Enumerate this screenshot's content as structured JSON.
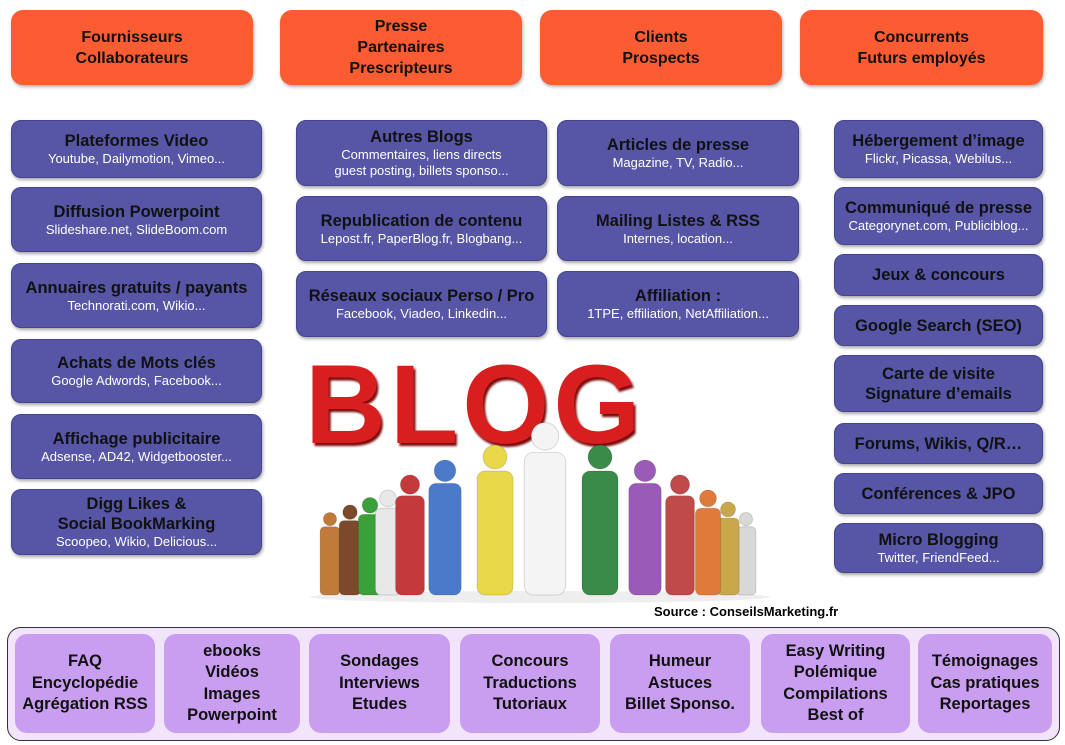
{
  "top": [
    [
      "Fournisseurs",
      "Collaborateurs"
    ],
    [
      "Presse",
      "Partenaires",
      "Prescripteurs"
    ],
    [
      "Clients",
      "Prospects"
    ],
    [
      "Concurrents",
      "Futurs employés"
    ]
  ],
  "col1": [
    {
      "title": "Plateformes Video",
      "sub": "Youtube, Dailymotion, Vimeo..."
    },
    {
      "title": "Diffusion Powerpoint",
      "sub": "Slideshare.net, SlideBoom.com"
    },
    {
      "title": "Annuaires gratuits / payants",
      "sub": "Technorati.com, Wikio..."
    },
    {
      "title": "Achats de Mots clés",
      "sub": "Google Adwords, Facebook..."
    },
    {
      "title": "Affichage publicitaire",
      "sub": "Adsense, AD42, Widgetbooster..."
    },
    {
      "title": "Digg Likes &\nSocial BookMarking",
      "sub": "Scoopeo, Wikio, Delicious..."
    }
  ],
  "col2": [
    {
      "title": "Autres Blogs",
      "sub": "Commentaires, liens directs\nguest posting, billets sponso..."
    },
    {
      "title": "Republication de contenu",
      "sub": "Lepost.fr, PaperBlog.fr, Blogbang..."
    },
    {
      "title": "Réseaux sociaux Perso / Pro",
      "sub": "Facebook, Viadeo, Linkedin..."
    }
  ],
  "col3": [
    {
      "title": "Articles de presse",
      "sub": "Magazine, TV, Radio..."
    },
    {
      "title": "Mailing Listes & RSS",
      "sub": "Internes, location..."
    },
    {
      "title": "Affiliation :",
      "sub": "1TPE, effiliation, NetAffiliation..."
    }
  ],
  "col4": [
    {
      "title": "Hébergement d’image",
      "sub": "Flickr, Picassa, Webilus..."
    },
    {
      "title": "Communiqué de presse",
      "sub": "Categorynet.com, Publiciblog..."
    },
    {
      "title": "Jeux & concours",
      "sub": ""
    },
    {
      "title": "Google Search (SEO)",
      "sub": ""
    },
    {
      "title": "Carte de visite\nSignature d’emails",
      "sub": ""
    },
    {
      "title": "Forums, Wikis, Q/R…",
      "sub": ""
    },
    {
      "title": "Conférences & JPO",
      "sub": ""
    },
    {
      "title": "Micro Blogging",
      "sub": "Twitter, FriendFeed..."
    }
  ],
  "bottom": [
    [
      "FAQ",
      "Encyclopédie",
      "Agrégation RSS"
    ],
    [
      "ebooks",
      "Vidéos",
      "Images",
      "Powerpoint"
    ],
    [
      "Sondages",
      "Interviews",
      "Etudes"
    ],
    [
      "Concours",
      "Traductions",
      "Tutoriaux"
    ],
    [
      "Humeur",
      "Astuces",
      "Billet Sponso."
    ],
    [
      "Easy Writing",
      "Polémique",
      "Compilations",
      "Best of"
    ],
    [
      "Témoignages",
      "Cas pratiques",
      "Reportages"
    ]
  ],
  "center": {
    "logo": "BLOG",
    "source": "Source : ConseilsMarketing.fr"
  },
  "colors": {
    "orange": "#fd5b32",
    "blue": "#5755a6",
    "purple": "#c99ef1",
    "red": "#d81e1e"
  }
}
